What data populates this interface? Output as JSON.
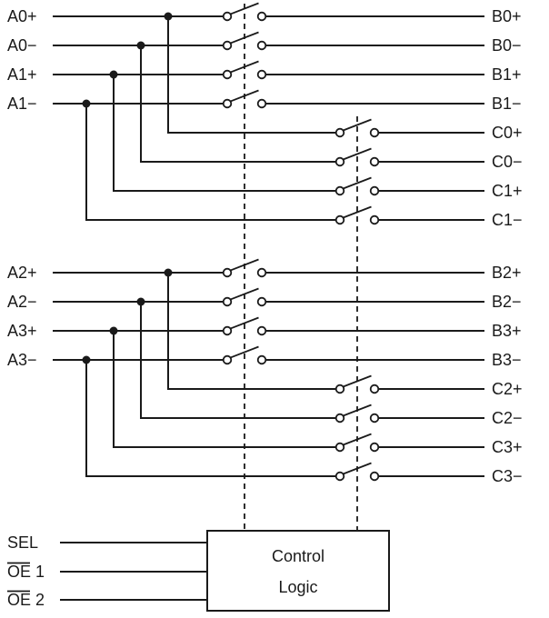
{
  "labels": {
    "left": [
      "A0+",
      "A0−",
      "A1+",
      "A1−",
      "A2+",
      "A2−",
      "A3+",
      "A3−"
    ],
    "right_b": [
      "B0+",
      "B0−",
      "B1+",
      "B1−",
      "B2+",
      "B2−",
      "B3+",
      "B3−"
    ],
    "right_c": [
      "C0+",
      "C0−",
      "C1+",
      "C1−",
      "C2+",
      "C2−",
      "C3+",
      "C3−"
    ],
    "control_inputs": [
      "SEL",
      "OE 1",
      "OE 2"
    ],
    "control_box": [
      "Control",
      "Logic"
    ]
  },
  "colors": {
    "wire": "#1a1a1a",
    "background": "#ffffff"
  }
}
